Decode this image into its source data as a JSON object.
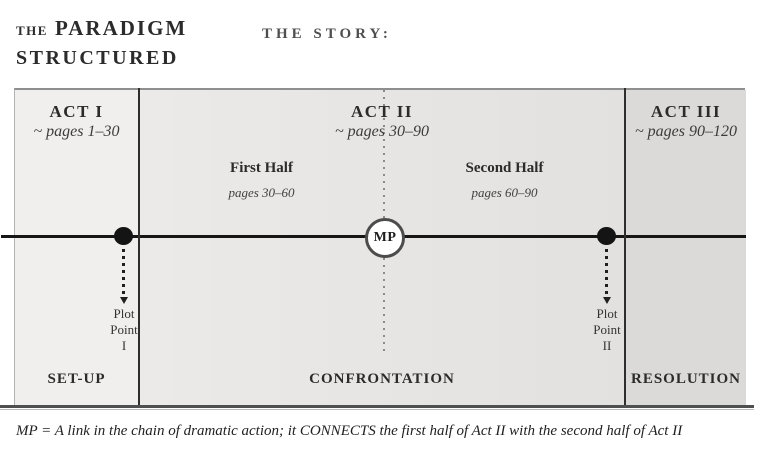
{
  "header": {
    "title_the": "THE",
    "title_main": "PARADIGM",
    "title_line2": "STRUCTURED",
    "story_label": "THE STORY:"
  },
  "acts": [
    {
      "name": "ACT I",
      "pages": "~ pages 1–30",
      "phase": "SET-UP"
    },
    {
      "name": "ACT II",
      "pages": "~ pages 30–90",
      "phase": "CONFRONTATION"
    },
    {
      "name": "ACT III",
      "pages": "~ pages 90–120",
      "phase": "RESOLUTION"
    }
  ],
  "act2_halves": [
    {
      "label": "First Half",
      "pages": "pages 30–60"
    },
    {
      "label": "Second Half",
      "pages": "pages 60–90"
    }
  ],
  "midpoint": {
    "label": "MP"
  },
  "plot_points": [
    {
      "label": "Plot\nPoint\nI"
    },
    {
      "label": "Plot\nPoint\nII"
    }
  ],
  "caption": "MP = A link in the chain of dramatic action; it CONNECTS the first half of Act II with the second half of Act II",
  "colors": {
    "act1_bg": "#f0efed",
    "act2_bg": "#e7e6e4",
    "act3_bg": "#dbdad8",
    "line": "#161616",
    "divider": "#2e2e2e",
    "text": "#2b2b2b"
  }
}
